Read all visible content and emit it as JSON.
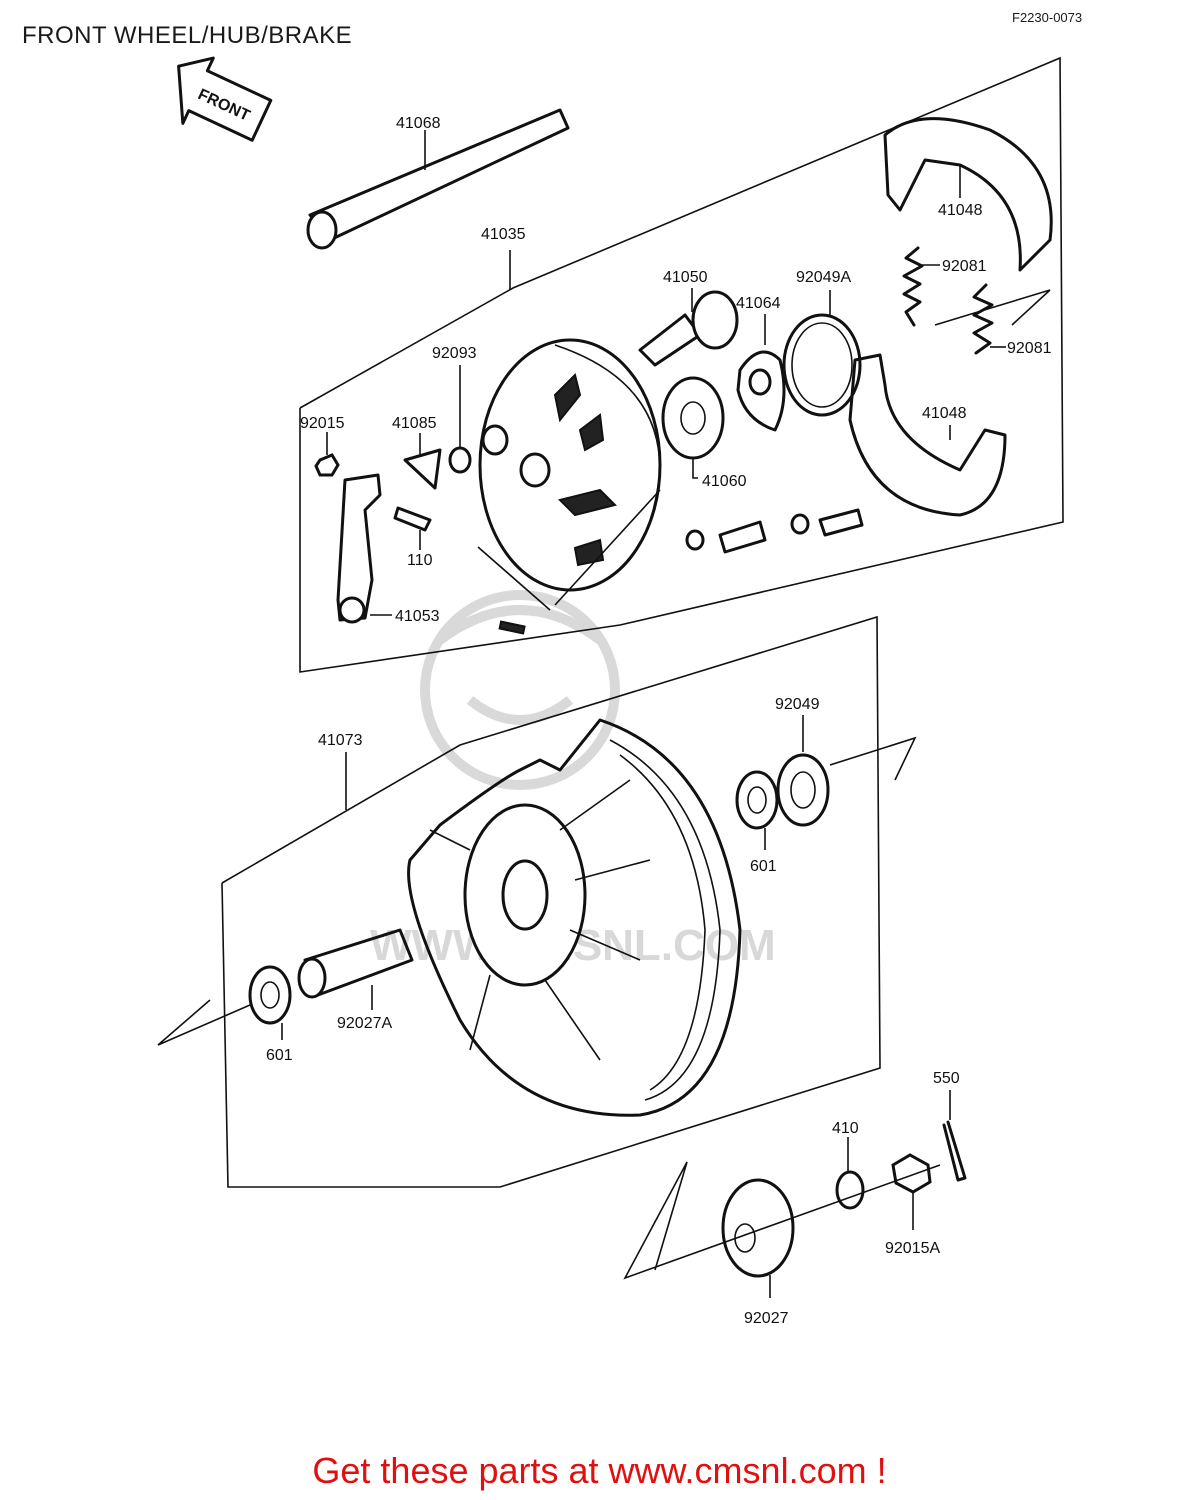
{
  "page": {
    "title": "FRONT WHEEL/HUB/BRAKE",
    "figure_code": "F2230-0073",
    "footer": "Get these parts at www.cmsnl.com !"
  },
  "front_arrow": {
    "label": "FRONT"
  },
  "watermark": {
    "text": "WWW.CMSNL.COM"
  },
  "parts": {
    "p41068": "41068",
    "p41035": "41035",
    "p41048a": "41048",
    "p41050": "41050",
    "p41064": "41064",
    "p92049a": "92049A",
    "p92081a": "92081",
    "p92081b": "92081",
    "p92093": "92093",
    "p92015": "92015",
    "p41085": "41085",
    "p41048b": "41048",
    "p41060": "41060",
    "p110": "110",
    "p41053": "41053",
    "p92049": "92049",
    "p41073": "41073",
    "p601a": "601",
    "p601b": "601",
    "p92027a": "92027A",
    "p550": "550",
    "p410": "410",
    "p92015a": "92015A",
    "p92027": "92027"
  }
}
